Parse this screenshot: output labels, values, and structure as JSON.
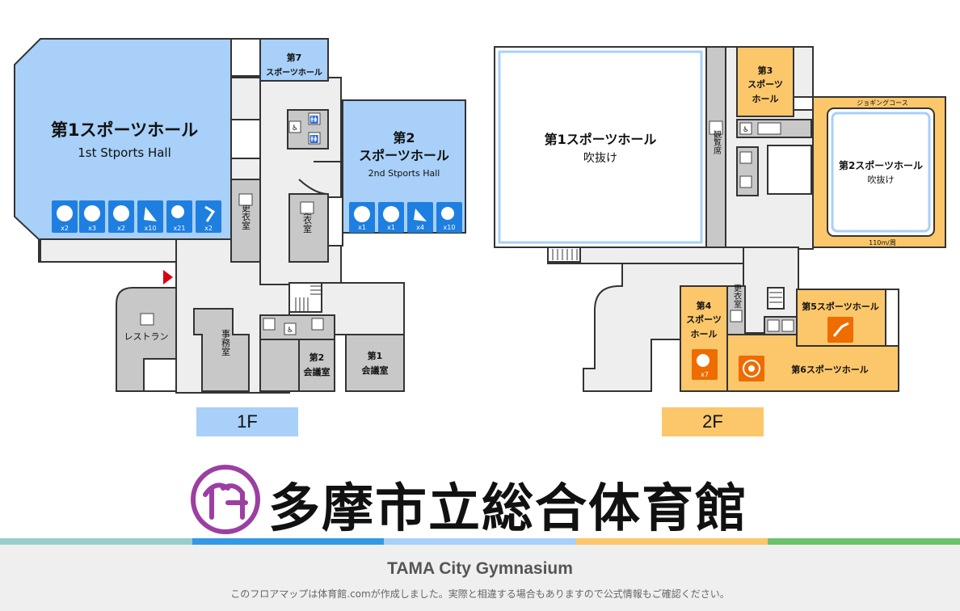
{
  "floor1": {
    "label": "1F",
    "main_hall": {
      "title": "第1スポーツホール",
      "subtitle": "1st Stports Hall"
    },
    "hall2": {
      "line1": "第2",
      "line2": "スポーツホール",
      "subtitle": "2nd Stports Hall"
    },
    "hall7": {
      "line1": "第7",
      "line2": "スポーツホール"
    },
    "locker1": "更衣室",
    "locker2": "更衣室",
    "restaurant": "レストラン",
    "office": "事務室",
    "conf2": {
      "line1": "第2",
      "line2": "会議室"
    },
    "conf1": {
      "line1": "第1",
      "line2": "会議室"
    },
    "hall1_badges": [
      "x2",
      "x3",
      "x2",
      "x10",
      "x21",
      "x2"
    ],
    "hall2_badges": [
      "x1",
      "x1",
      "x4",
      "x10"
    ]
  },
  "floor2": {
    "label": "2F",
    "hall1_void": {
      "line1": "第1スポーツホール",
      "line2": "吹抜け"
    },
    "hall2_void": {
      "line1": "第2スポーツホール",
      "line2": "吹抜け"
    },
    "jogging": "ジョギングコース",
    "track_length": "110m/周",
    "seats": "観覧席",
    "hall3": {
      "line1": "第3",
      "line2": "スポーツ",
      "line3": "ホール"
    },
    "hall4": {
      "line1": "第4",
      "line2": "スポーツ",
      "line3": "ホール"
    },
    "hall4_badge": "x7",
    "locker": "更衣室",
    "hall5": "第5スポーツホール",
    "hall6": "第6スポーツホール"
  },
  "brand": {
    "title": "多摩市立総合体育館",
    "en_name": "TAMA City Gymnasium",
    "note": "このフロアマップは体育館.comが作成しました。実際と相違する場合もありますので公式情報もご確認ください。"
  },
  "colors": {
    "floor1": "#a8d0f8",
    "floor2": "#fcc76a",
    "room_gray": "#c8c8c8",
    "corridor": "#eeeeee",
    "logo_purple": "#9c3fa3",
    "icon_blue": "#1e7fe0",
    "icon_orange": "#ee6c00",
    "entrance_marker": "#d8000f",
    "bar": [
      "#98cdca",
      "#3399e6",
      "#a8d0f8",
      "#fcc76a",
      "#6cc16c"
    ]
  }
}
